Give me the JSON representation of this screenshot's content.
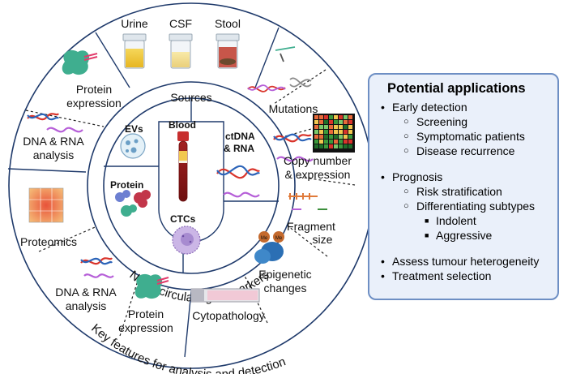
{
  "wheel": {
    "center_title": "Blood",
    "ring_caption": "Novel circulating biomarkers",
    "outer_caption": "Key features for analysis and detection",
    "sources": {
      "title": "Sources",
      "items": [
        "Urine",
        "CSF",
        "Stool"
      ]
    },
    "inner": {
      "evs": "EVs",
      "ctdna_line1": "ctDNA",
      "ctdna_line2": "& RNA",
      "protein": "Protein",
      "ctcs": "CTCs"
    },
    "right_features": {
      "mutations": "Mutations",
      "copy_number_line1": "Copy number",
      "copy_number_line2": "& expression",
      "fragment_line1": "Fragment",
      "fragment_line2": "size",
      "epigenetic_line1": "Epigenetic",
      "epigenetic_line2": "changes",
      "methyl_badge": "Me"
    },
    "bottom_features": {
      "cytopathology": "Cytopathology",
      "protein_line1": "Protein",
      "protein_line2": "expression",
      "dna_rna_line1": "DNA & RNA",
      "dna_rna_line2": "analysis"
    },
    "left_features": {
      "proteomics": "Proteomics",
      "dna_rna_line1": "DNA & RNA",
      "dna_rna_line2": "analysis",
      "protein_line1": "Protein",
      "protein_line2": "expression"
    }
  },
  "applications": {
    "title": "Potential applications",
    "early_detection": "Early detection",
    "screening": "Screening",
    "symptomatic": "Symptomatic patients",
    "recurrence": "Disease recurrence",
    "prognosis": "Prognosis",
    "risk": "Risk stratification",
    "subtypes": "Differentiating subtypes",
    "indolent": "Indolent",
    "aggressive": "Aggressive",
    "heterogeneity": "Assess tumour heterogeneity",
    "treatment": "Treatment selection"
  },
  "colors": {
    "outer_ring": "#ffffff",
    "ring_border": "#1f3a6b",
    "dna_red": "#d9342b",
    "dna_blue": "#2b63b8",
    "rna_purple": "#9b3fc9",
    "protein_green": "#3fae8f",
    "protein_pink": "#e23a6b",
    "blood_red": "#8f1a1a",
    "panel_bg": "#eaf0fa",
    "panel_border": "#6e8fc4"
  }
}
